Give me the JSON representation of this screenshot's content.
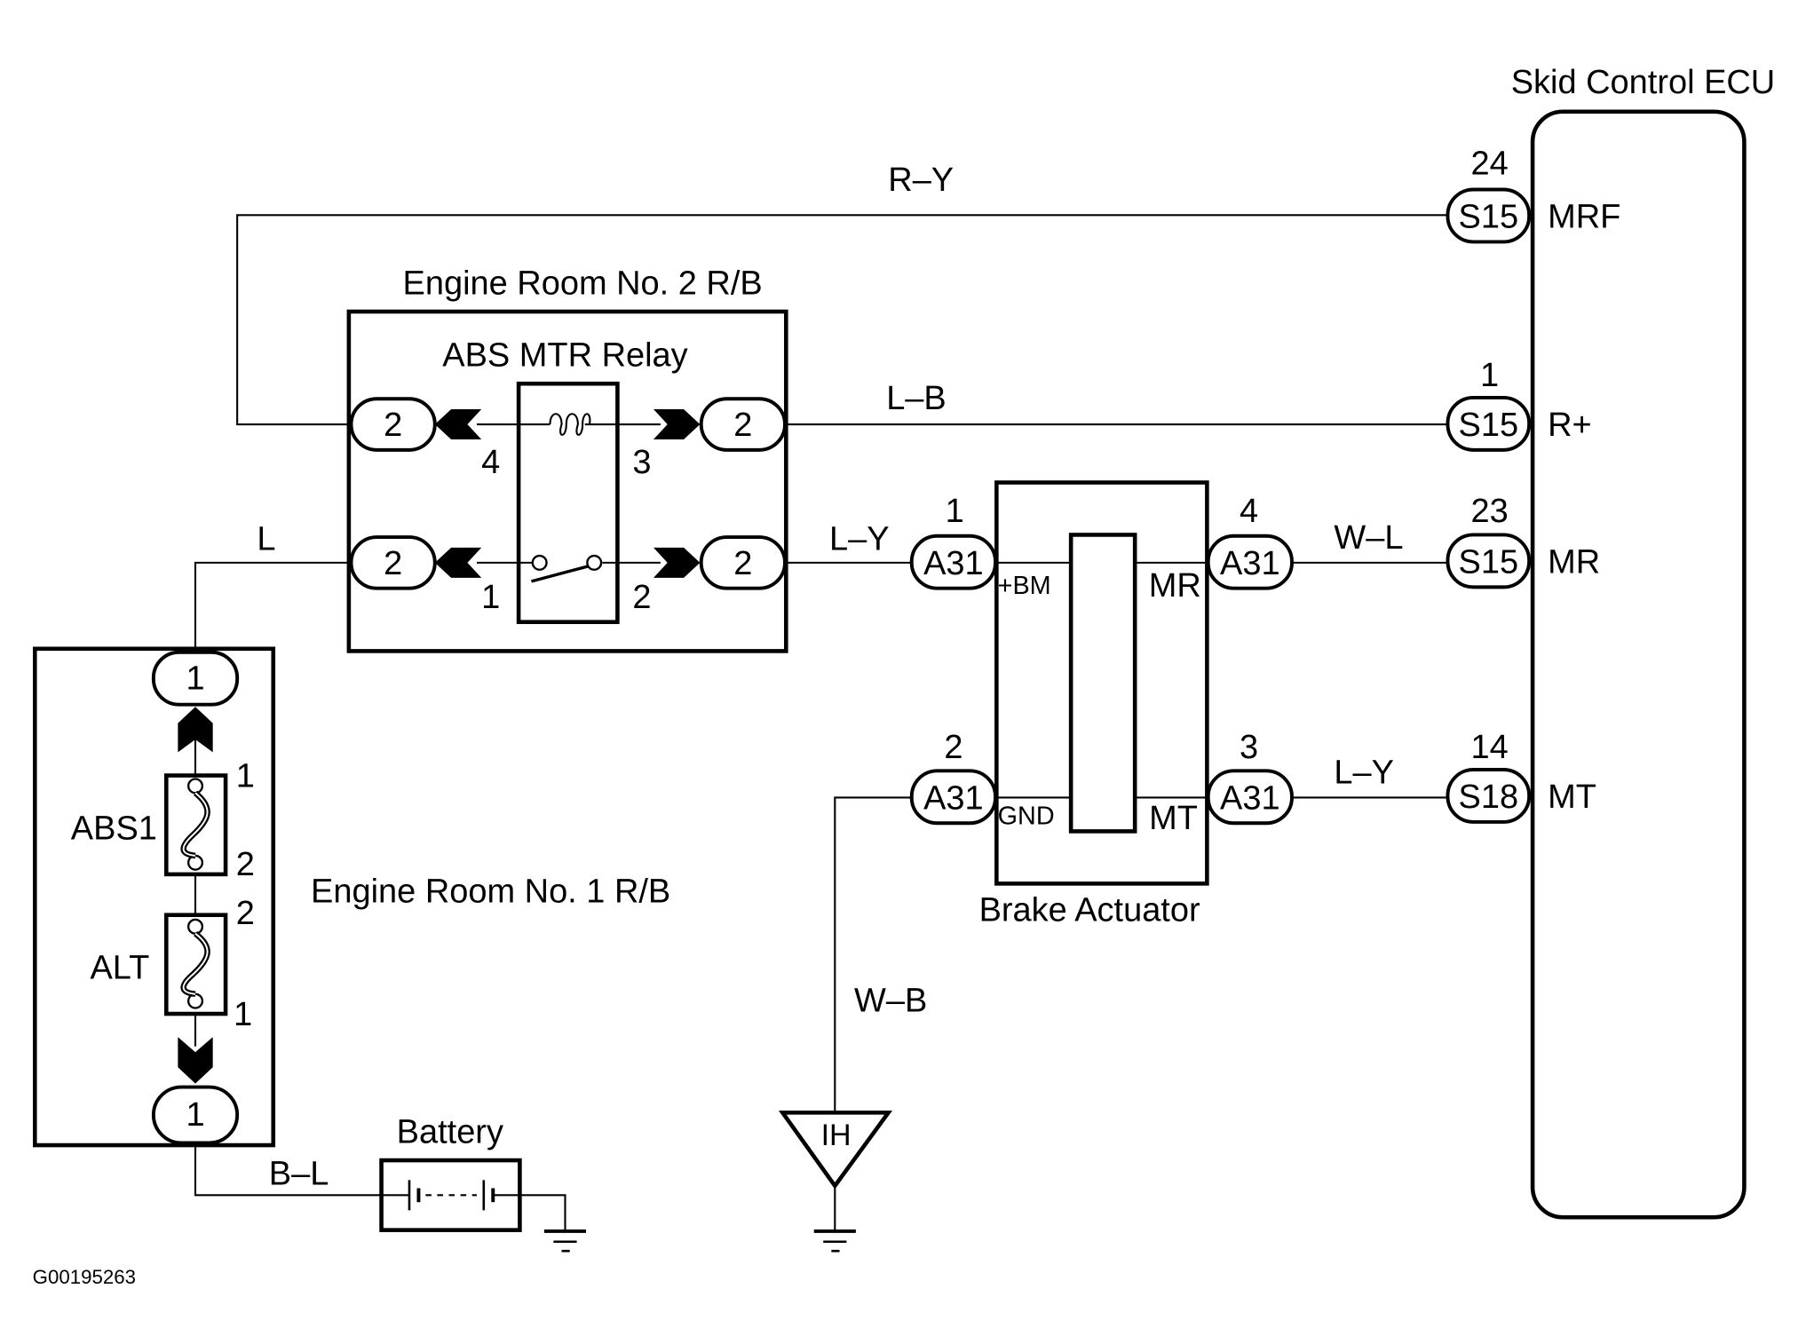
{
  "diagram_id": "G00195263",
  "components": {
    "ecu": {
      "title": "Skid Control ECU"
    },
    "er2": {
      "title": "Engine Room No. 2 R/B",
      "relay_title": "ABS MTR Relay"
    },
    "er1": {
      "title": "Engine Room No. 1 R/B"
    },
    "brake_actuator": {
      "title": "Brake Actuator"
    },
    "battery": {
      "title": "Battery"
    },
    "ground_point": {
      "label": "IH"
    }
  },
  "wires": {
    "r_y": "R–Y",
    "l_b": "L–B",
    "l": "L",
    "l_y_relay": "L–Y",
    "w_l": "W–L",
    "l_y_mt": "L–Y",
    "w_b": "W–B",
    "b_l": "B–L"
  },
  "ecu_pins": [
    {
      "connector": "S15",
      "pin": "24",
      "name": "MRF"
    },
    {
      "connector": "S15",
      "pin": "1",
      "name": "R+"
    },
    {
      "connector": "S15",
      "pin": "23",
      "name": "MR"
    },
    {
      "connector": "S18",
      "pin": "14",
      "name": "MT"
    }
  ],
  "actuator_pins": [
    {
      "connector": "A31",
      "pin": "1",
      "name": "+BM"
    },
    {
      "connector": "A31",
      "pin": "2",
      "name": "GND"
    },
    {
      "connector": "A31",
      "pin": "4",
      "name": "MR"
    },
    {
      "connector": "A31",
      "pin": "3",
      "name": "MT"
    }
  ],
  "relay": {
    "connector_label": "2",
    "pins": {
      "top_left": "4",
      "top_right": "3",
      "bottom_left": "1",
      "bottom_right": "2"
    }
  },
  "er1": {
    "connector_top": "1",
    "connector_bottom": "1",
    "fuses": [
      {
        "name": "ABS1",
        "pin_top": "1",
        "pin_bottom": "2"
      },
      {
        "name": "ALT",
        "pin_top": "2",
        "pin_bottom": "1"
      }
    ]
  }
}
